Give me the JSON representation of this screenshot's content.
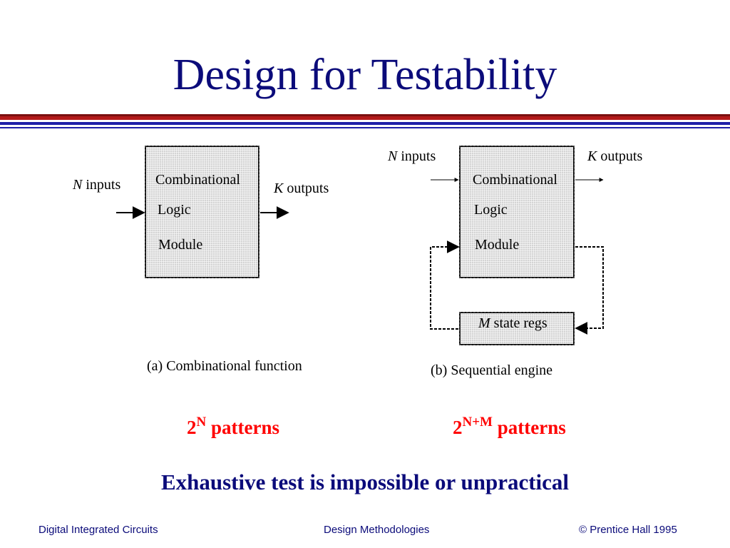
{
  "slide": {
    "title": "Design for Testability"
  },
  "diagram_a": {
    "block_line1": "Combinational",
    "block_line2": "Logic",
    "block_line3": "Module",
    "input_var": "N",
    "input_label": "inputs",
    "output_var": "K",
    "output_label": "outputs",
    "caption": "(a) Combinational function",
    "patterns_base": "2",
    "patterns_exp": "N",
    "patterns_text": "patterns"
  },
  "diagram_b": {
    "block_line1": "Combinational",
    "block_line2": "Logic",
    "block_line3": "Module",
    "input_var": "N",
    "input_label": "inputs",
    "output_var": "K",
    "output_label": "outputs",
    "state_var": "M",
    "state_label": "state regs",
    "caption": "(b) Sequential engine",
    "patterns_base": "2",
    "patterns_exp": "N+M",
    "patterns_text": "patterns"
  },
  "conclusion": "Exhaustive test is impossible or unpractical",
  "footer": {
    "left": "Digital Integrated Circuits",
    "center": "Design Methodologies",
    "right": "© Prentice Hall 1995"
  },
  "colors": {
    "title": "#0b0b7a",
    "patterns": "#ff0000",
    "rule_red": "#b31b1b",
    "rule_blue": "#1f1fa8"
  }
}
